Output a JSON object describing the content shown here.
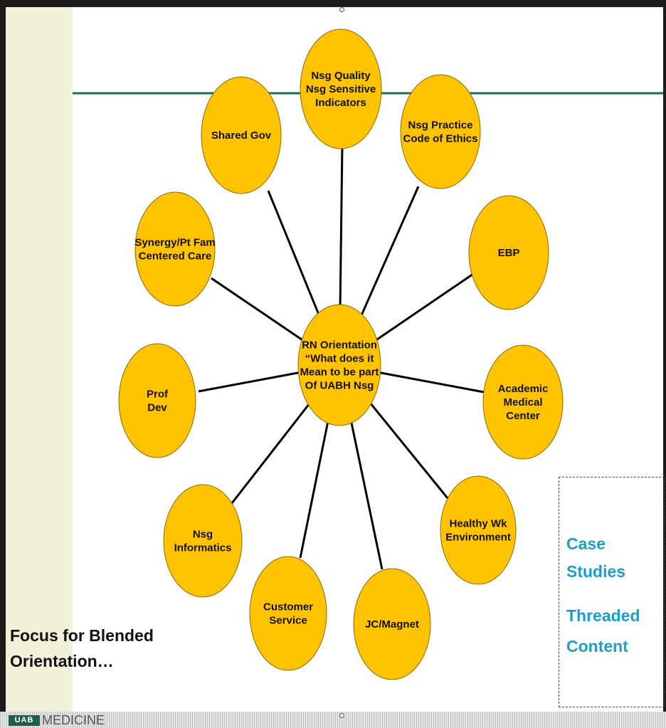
{
  "diagram": {
    "center": {
      "lines": [
        "RN Orientation",
        "“What does it",
        "Mean to be part",
        "Of UABH Nsg"
      ]
    },
    "nodes": [
      {
        "id": "nsg-quality",
        "lines": [
          "Nsg Quality",
          "Nsg Sensitive",
          "Indicators"
        ]
      },
      {
        "id": "nsg-practice",
        "lines": [
          "Nsg Practice",
          "Code of Ethics"
        ]
      },
      {
        "id": "ebp",
        "lines": [
          "EBP"
        ]
      },
      {
        "id": "academic-medical-center",
        "lines": [
          "Academic",
          "Medical",
          "Center"
        ]
      },
      {
        "id": "healthy-wk-environment",
        "lines": [
          "Healthy Wk",
          "Environment"
        ]
      },
      {
        "id": "jc-magnet",
        "lines": [
          "JC/Magnet"
        ]
      },
      {
        "id": "customer-service",
        "lines": [
          "Customer",
          "Service"
        ]
      },
      {
        "id": "nsg-informatics",
        "lines": [
          "Nsg",
          "Informatics"
        ]
      },
      {
        "id": "prof-dev",
        "lines": [
          "Prof",
          "Dev"
        ]
      },
      {
        "id": "synergy",
        "lines": [
          "Synergy/Pt Fam",
          "Centered Care"
        ]
      },
      {
        "id": "shared-gov",
        "lines": [
          "Shared Gov"
        ]
      }
    ]
  },
  "focus": {
    "line1": "Focus for Blended",
    "line2": "Orientation…"
  },
  "side_box": {
    "line1": "Case",
    "line2": "Studies",
    "line3": "Threaded",
    "line4": "Content"
  },
  "footer": {
    "logo_text": "UAB",
    "text": "MEDICINE"
  },
  "colors": {
    "node_fill": "#ffc300",
    "node_stroke": "#8a6a00",
    "connector": "#000000",
    "rule": "#1e6e52",
    "side_text": "#1aa0c6",
    "sidebar": "#f3f1d9"
  }
}
